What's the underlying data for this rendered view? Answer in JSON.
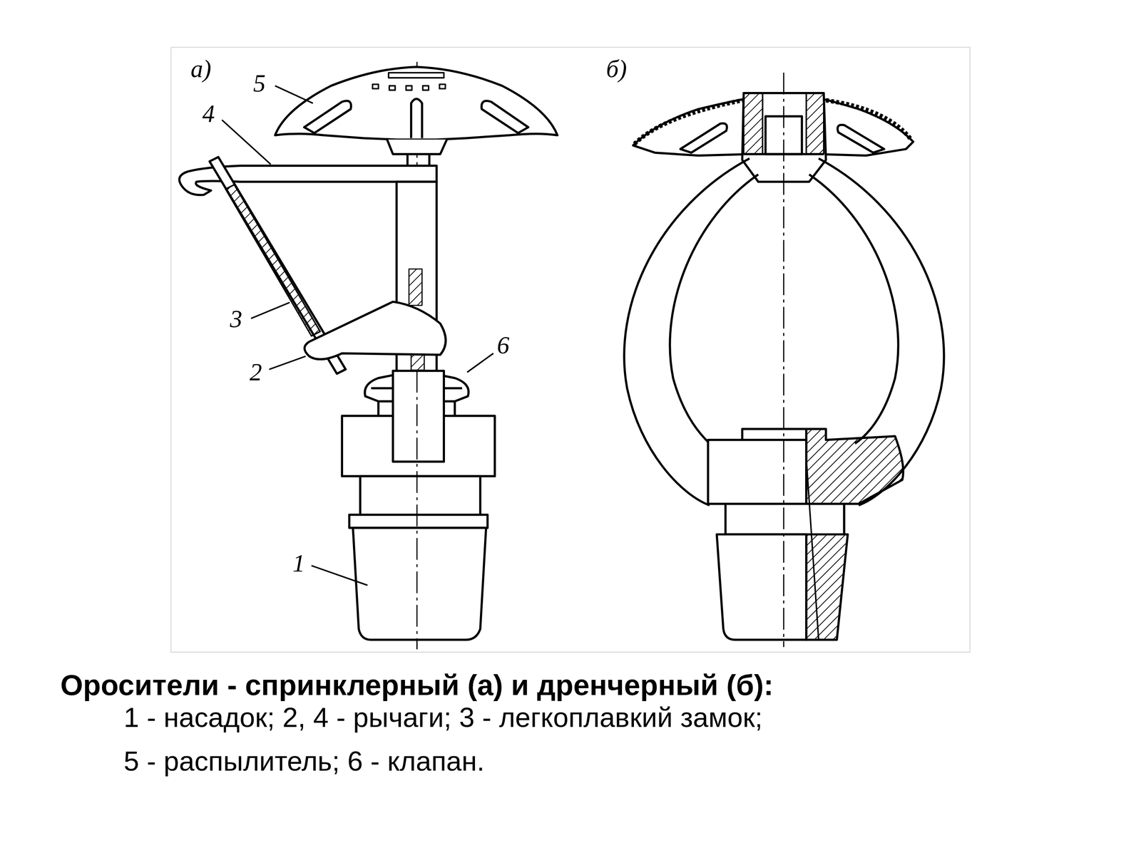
{
  "diagram": {
    "caption": "Оросители - спринклерный (а) и дренчерный (б):",
    "labels": [
      "а)",
      "б)",
      "5",
      "4",
      "3",
      "2",
      "6",
      "1",
      "1 - насадок; 2, 4 - рычаги; 3 - легкоплавкий замок;",
      "5 - распылитель; 6 - клапан."
    ]
  }
}
